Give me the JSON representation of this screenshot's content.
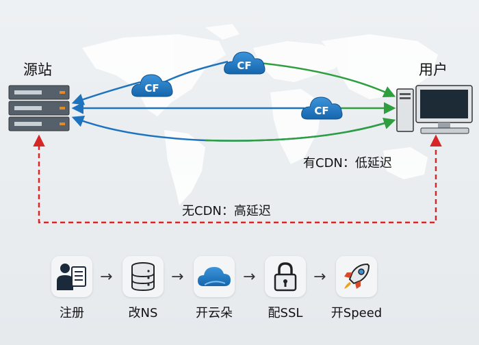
{
  "source_label": "源站",
  "user_label": "用户",
  "cdn_node_label": "CF",
  "cdn_caption": "有CDN：低延迟",
  "no_cdn_caption": "无CDN：高延迟",
  "steps": [
    {
      "label": "注册",
      "icon": "register-user-icon"
    },
    {
      "label": "改NS",
      "icon": "database-icon"
    },
    {
      "label": "开云朵",
      "icon": "cloud-icon"
    },
    {
      "label": "配SSL",
      "icon": "lock-icon"
    },
    {
      "label": "开Speed",
      "icon": "rocket-icon"
    }
  ],
  "step_arrow": "→",
  "colors": {
    "blue_path": "#1e73be",
    "green_path": "#2e9e3e",
    "red_path": "#d62728",
    "cloud": "#1f7ac6"
  }
}
